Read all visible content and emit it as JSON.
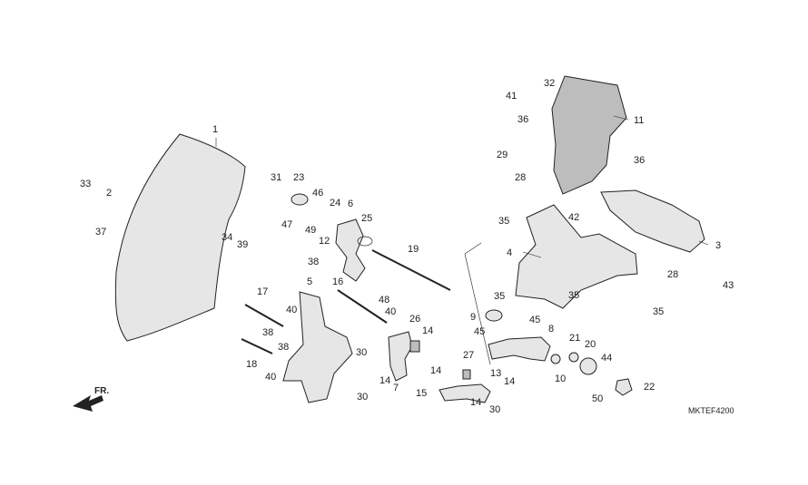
{
  "diagram": {
    "code": "MKTEF4200",
    "front_marker": "FR.",
    "callouts": [
      "1",
      "2",
      "3",
      "4",
      "5",
      "6",
      "7",
      "8",
      "9",
      "10",
      "11",
      "12",
      "13",
      "14",
      "15",
      "16",
      "17",
      "18",
      "19",
      "20",
      "21",
      "22",
      "23",
      "24",
      "25",
      "26",
      "27",
      "28",
      "29",
      "30",
      "31",
      "32",
      "33",
      "34",
      "35",
      "36",
      "37",
      "38",
      "39",
      "40",
      "41",
      "42",
      "43",
      "44",
      "45",
      "46",
      "47",
      "48",
      "49",
      "50"
    ]
  }
}
